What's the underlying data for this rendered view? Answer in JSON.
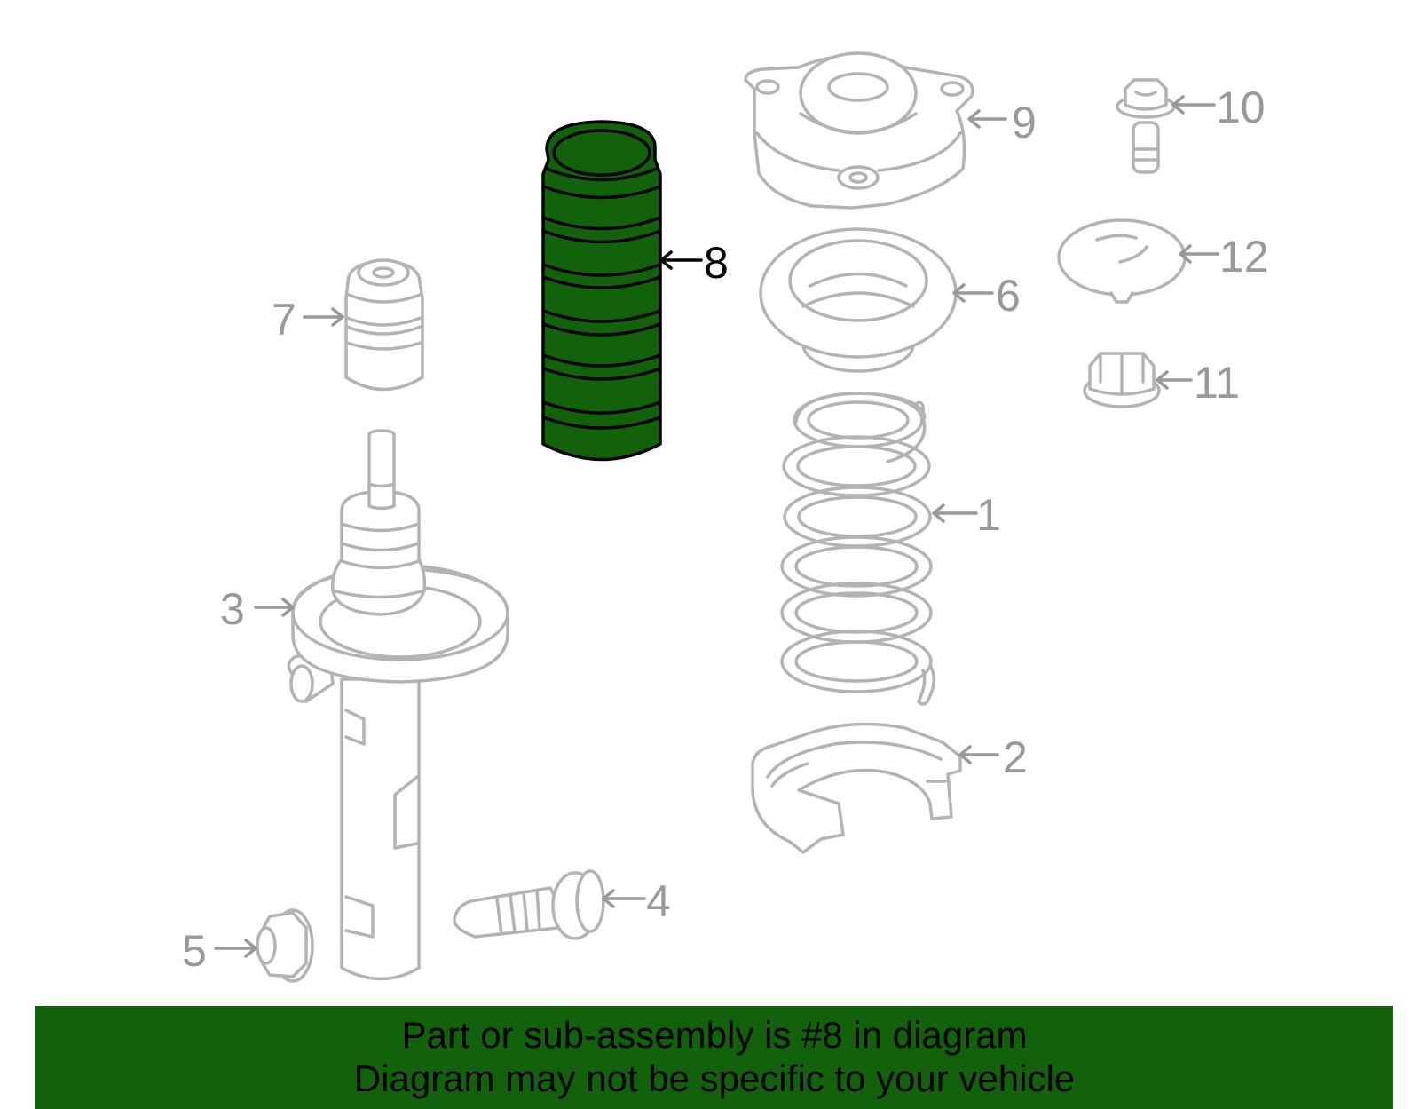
{
  "callouts": [
    {
      "id": "1",
      "text": "1"
    },
    {
      "id": "2",
      "text": "2"
    },
    {
      "id": "3",
      "text": "3"
    },
    {
      "id": "4",
      "text": "4"
    },
    {
      "id": "5",
      "text": "5"
    },
    {
      "id": "6",
      "text": "6"
    },
    {
      "id": "7",
      "text": "7"
    },
    {
      "id": "8",
      "text": "8",
      "highlighted": true
    },
    {
      "id": "9",
      "text": "9"
    },
    {
      "id": "10",
      "text": "10"
    },
    {
      "id": "11",
      "text": "11"
    },
    {
      "id": "12",
      "text": "12"
    }
  ],
  "banner": {
    "line1": "Part or sub-assembly is #8 in diagram",
    "line2": "Diagram may not be specific to your vehicle"
  },
  "colors": {
    "highlight": "#12620b",
    "part_stroke": "#b3b3b3",
    "label": "#999999"
  }
}
